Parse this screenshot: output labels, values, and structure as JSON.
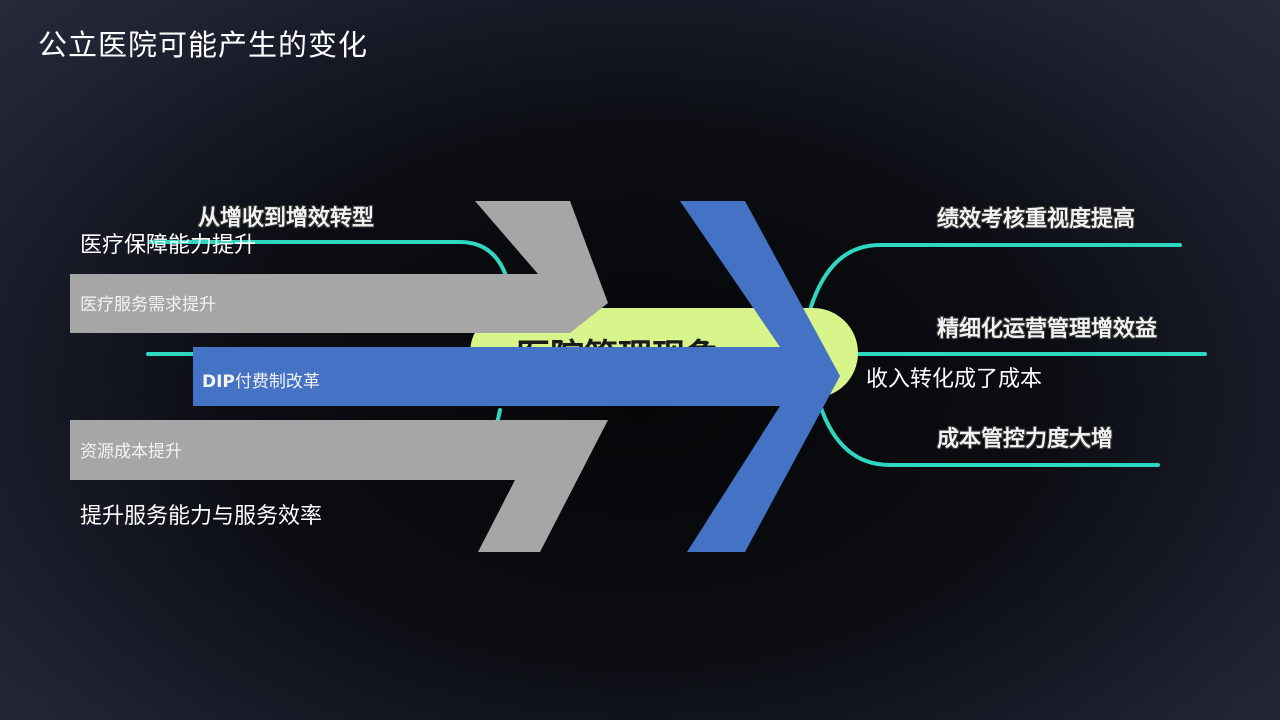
{
  "slide": {
    "title": "公立医院可能产生的变化"
  },
  "mindmap": {
    "center_label": "医院管理现象",
    "left_branches": [
      "从增收到增效转型"
    ],
    "right_branches": [
      "绩效考核重视度提高",
      "精细化运营管理增效益",
      "成本管控力度大增"
    ]
  },
  "arrows": {
    "gray_top_label": "医疗服务需求提升",
    "blue_label_prefix": "DIP",
    "blue_label_suffix": "付费制改革",
    "gray_bottom_label": "资源成本提升"
  },
  "annotations": {
    "top_left": "医疗保障能力提升",
    "bottom_left": "提升服务能力与服务效率",
    "right": "收入转化成了成本"
  },
  "colors": {
    "teal": "#2fd6c0",
    "center_fill": "#d7f58a",
    "gray_arrow": "#a6a6a6",
    "blue_arrow": "#4472c4"
  }
}
